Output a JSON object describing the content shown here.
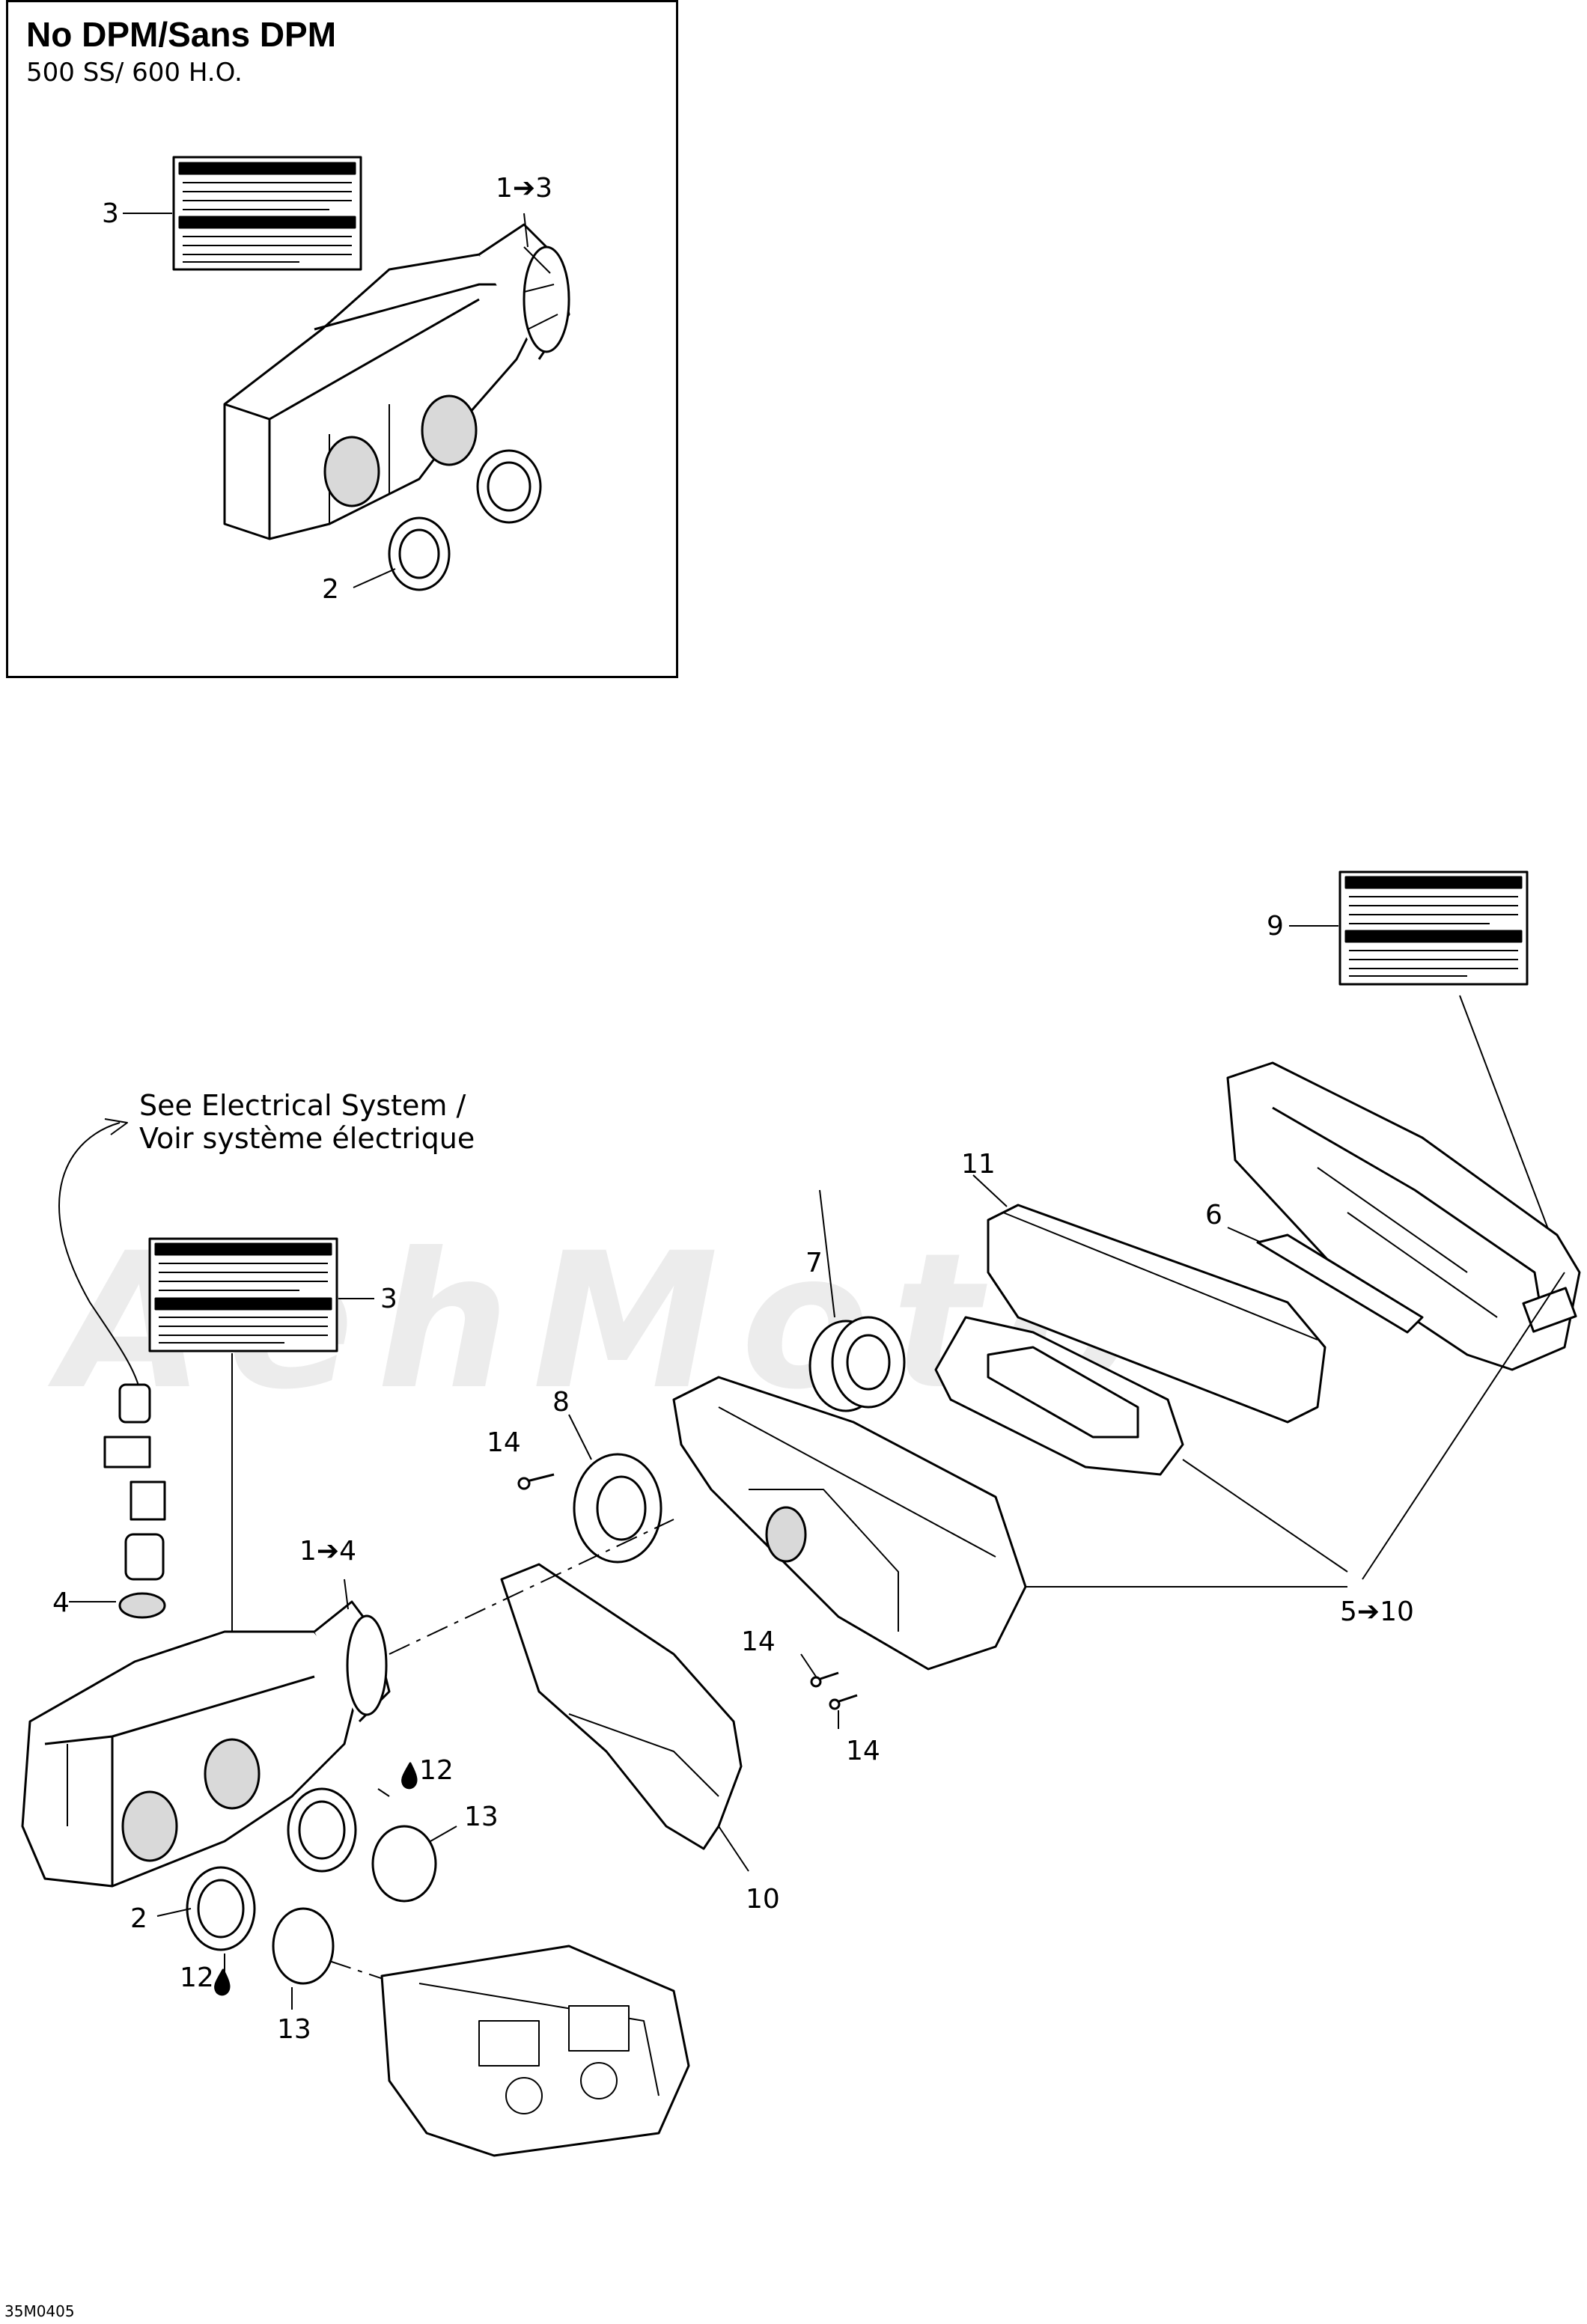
{
  "inset": {
    "title": "No DPM/Sans DPM",
    "subtitle": "500 SS/ 600 H.O.",
    "callouts": {
      "label3": "3",
      "label1to3": "1➔3",
      "label2": "2"
    }
  },
  "note": {
    "line1": "See Electrical System /",
    "line2": "Voir système électrique"
  },
  "callouts": {
    "c9": "9",
    "c11": "11",
    "c6": "6",
    "c7": "7",
    "c3": "3",
    "c8": "8",
    "c14a": "14",
    "c1to4": "1➔4",
    "c4": "4",
    "c5to10": "5➔10",
    "c14b": "14",
    "c14c": "14",
    "c12a": "12",
    "c13a": "13",
    "c2": "2",
    "c10": "10",
    "c12b": "12",
    "c13b": "13"
  },
  "diagram_code": "35M0405",
  "watermark": "AehMoto",
  "colors": {
    "line": "#000000",
    "fill": "#ffffff",
    "shade": "#d9d9d9",
    "watermark": "#ececec"
  },
  "icons": [
    "caution-decal",
    "oil-drop-icon",
    "arrow-icon"
  ]
}
